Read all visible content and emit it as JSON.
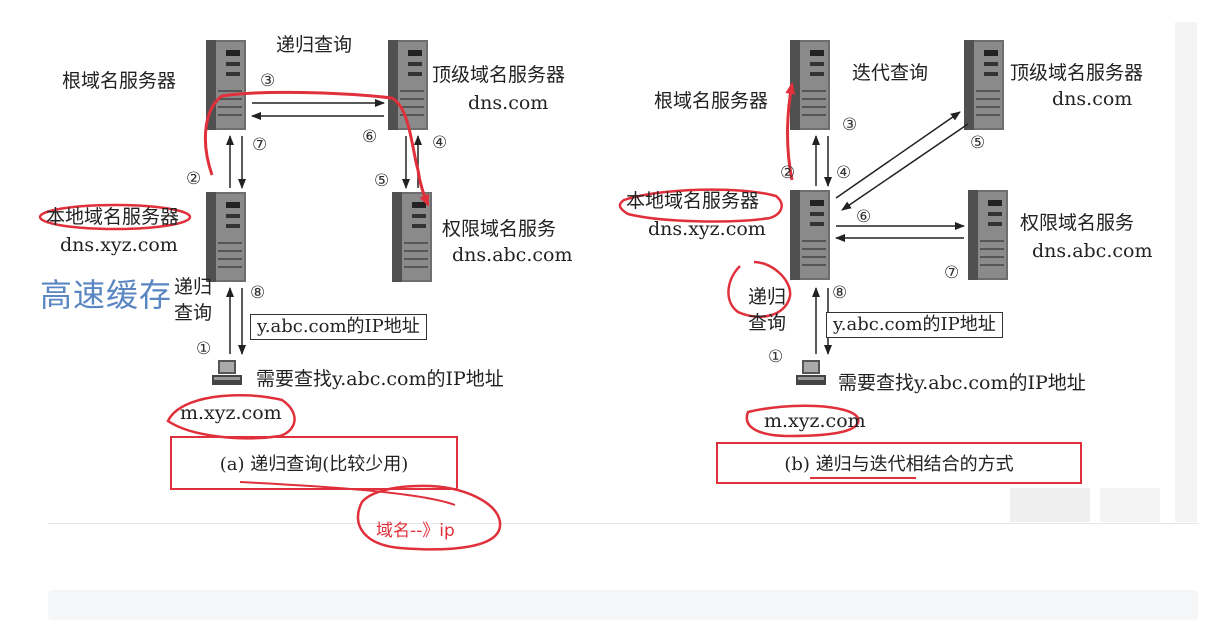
{
  "diagram_a": {
    "recursive_query": "递归查询",
    "root_server": "根域名服务器",
    "tld_server": "顶级域名服务器",
    "tld_domain": "dns.com",
    "local_server": "本地域名服务器",
    "local_domain": "dns.xyz.com",
    "auth_server": "权限域名服务",
    "auth_domain": "dns.abc.com",
    "client_query_1": "递归",
    "client_query_2": "查询",
    "ip_box": "y.abc.com的IP地址",
    "need_find": "需要查找y.abc.com的IP地址",
    "host": "m.xyz.com",
    "caption": "(a) 递归查询(比较少用)",
    "steps": [
      "①",
      "②",
      "③",
      "④",
      "⑤",
      "⑥",
      "⑦",
      "⑧"
    ]
  },
  "diagram_b": {
    "iterative_query": "迭代查询",
    "root_server": "根域名服务器",
    "tld_server": "顶级域名服务器",
    "tld_domain": "dns.com",
    "local_server": "本地域名服务器",
    "local_domain": "dns.xyz.com",
    "auth_server": "权限域名服务",
    "auth_domain": "dns.abc.com",
    "client_query_1": "递归",
    "client_query_2": "查询",
    "ip_box": "y.abc.com的IP地址",
    "need_find": "需要查找y.abc.com的IP地址",
    "host": "m.xyz.com",
    "caption": "(b) 递归与迭代相结合的方式",
    "steps": [
      "①",
      "②",
      "③",
      "④",
      "⑤",
      "⑥",
      "⑦",
      "⑧"
    ]
  },
  "watermark": "高速缓存",
  "annotation": "域名--》ip",
  "colors": {
    "annotation": "#e0303b",
    "watermark": "#5a86c2",
    "server": "#6b6b6b"
  }
}
